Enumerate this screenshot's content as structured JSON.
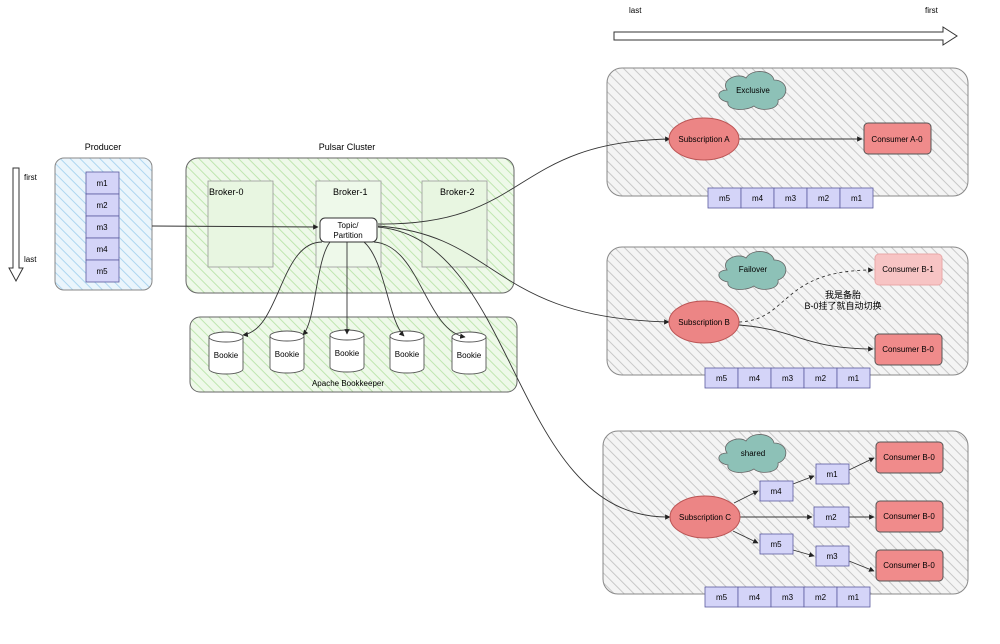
{
  "order_arrow": {
    "left_label": "last",
    "right_label": "first"
  },
  "producer": {
    "title": "Producer",
    "order_top": "first",
    "order_bottom": "last",
    "messages": [
      "m1",
      "m2",
      "m3",
      "m4",
      "m5"
    ]
  },
  "cluster": {
    "title": "Pulsar Cluster",
    "brokers": [
      "Broker-0",
      "Broker-1",
      "Broker-2"
    ],
    "topic_label": [
      "Topic/",
      "Partition"
    ]
  },
  "bookkeeper": {
    "title": "Apache Bookkeeper",
    "bookies": [
      "Bookie",
      "Bookie",
      "Bookie",
      "Bookie",
      "Bookie"
    ]
  },
  "subscriptions": {
    "exclusive": {
      "type_label": "Exclusive",
      "name": "Subscription A",
      "consumer": "Consumer A-0",
      "queue": [
        "m5",
        "m4",
        "m3",
        "m2",
        "m1"
      ]
    },
    "failover": {
      "type_label": "Failover",
      "name": "Subscription B",
      "standby_consumer": "Consumer B-1",
      "active_consumer": "Consumer B-0",
      "note_line1": "我是备胎",
      "note_line2": "B-0挂了就自动切换",
      "queue": [
        "m5",
        "m4",
        "m3",
        "m2",
        "m1"
      ]
    },
    "shared": {
      "type_label": "shared",
      "name": "Subscription C",
      "consumers": [
        "Consumer B-0",
        "Consumer B-0",
        "Consumer B-0"
      ],
      "dispatch": [
        "m4",
        "m1",
        "m2",
        "m5",
        "m3"
      ],
      "queue": [
        "m5",
        "m4",
        "m3",
        "m2",
        "m1"
      ]
    }
  },
  "colors": {
    "message_fill": "#d4d4f8",
    "message_stroke": "#5a5a9e",
    "subscription_fill": "#ec8585",
    "consumer_fill": "#f08b8b",
    "consumer_standby_fill": "#f7c4c4",
    "cloud_fill": "#8dc1b7",
    "cluster_fill": "#e3f6db",
    "producer_fill": "#e0f0fb"
  }
}
